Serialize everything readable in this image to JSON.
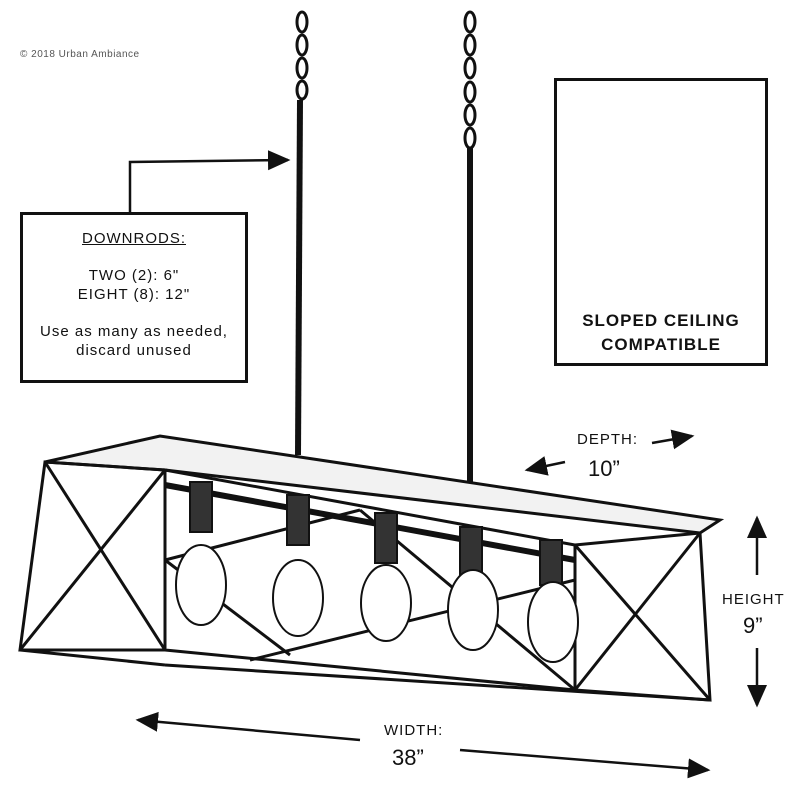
{
  "copyright": "© 2018 Urban Ambiance",
  "downrods": {
    "title": "DOWNRODS:",
    "line1": "TWO (2): 6\"",
    "line2": "EIGHT (8): 12\"",
    "note1": "Use as many as needed,",
    "note2": "discard unused"
  },
  "sloped": {
    "line1": "SLOPED CEILING",
    "line2": "COMPATIBLE"
  },
  "depth": {
    "label": "DEPTH:",
    "value": "10”"
  },
  "height": {
    "label": "HEIGHT",
    "value": "9”"
  },
  "width": {
    "label": "WIDTH:",
    "value": "38”"
  }
}
